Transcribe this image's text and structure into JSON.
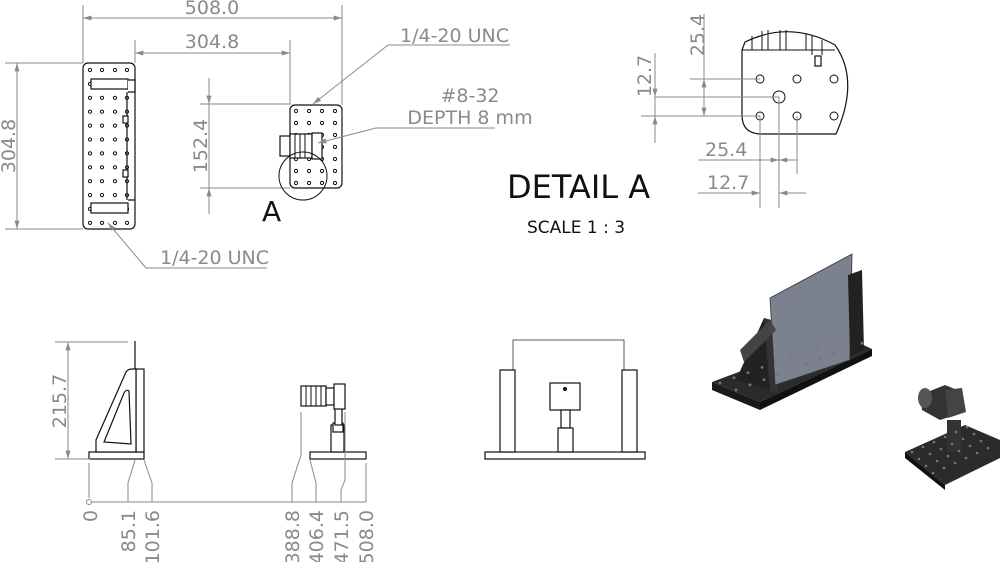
{
  "top_view": {
    "dim_overall_width": "508.0",
    "dim_offset_width": "304.8",
    "dim_height": "304.8",
    "dim_small_height": "152.4",
    "callout_top": "1/4-20 UNC",
    "callout_screw_line1": "#8-32",
    "callout_screw_line2": "DEPTH 8 mm",
    "callout_bottom": "1/4-20 UNC",
    "detail_marker": "A"
  },
  "detail": {
    "title": "DETAIL A",
    "scale": "SCALE 1 : 3",
    "dim_v_pitch": "25.4",
    "dim_v_half": "12.7",
    "dim_h_pitch": "25.4",
    "dim_h_half": "12.7"
  },
  "side_view": {
    "dim_height": "215.7",
    "ordinates": [
      "0",
      "85.1",
      "101.6",
      "388.8",
      "406.4",
      "471.5",
      "508.0"
    ]
  },
  "colors": {
    "dimension": "#8a8a8a",
    "outline": "#111111",
    "panel": "#7c8190",
    "render_body": "#2b2b2b"
  }
}
